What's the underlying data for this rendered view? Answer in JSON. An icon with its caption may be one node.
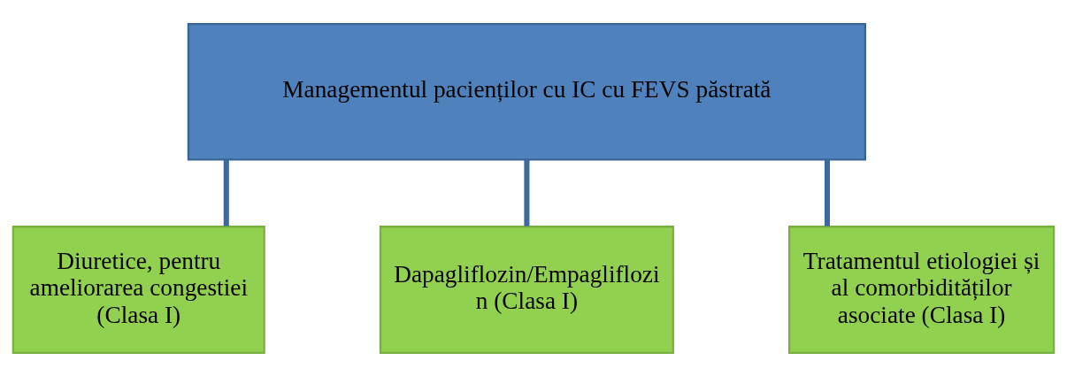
{
  "diagram": {
    "nodes": [
      {
        "text": [
          "Managementul pacienților cu IC cu FEVS păstrată"
        ]
      },
      {
        "text": [
          "Diuretice, pentru ameliorarea congestiei (Clasa I)"
        ]
      },
      {
        "text": [
          "Dapagliflozin/Empagliflozin (Clasa I)"
        ]
      },
      {
        "text": [
          "Tratamentul etiologiei și al comorbidităților asociate (Clasa I)"
        ]
      }
    ],
    "edges": [
      {
        "from": 0,
        "to": 1,
        "arrow": "none"
      },
      {
        "from": 0,
        "to": 2,
        "arrow": "none"
      },
      {
        "from": 0,
        "to": 3,
        "arrow": "none"
      }
    ]
  }
}
